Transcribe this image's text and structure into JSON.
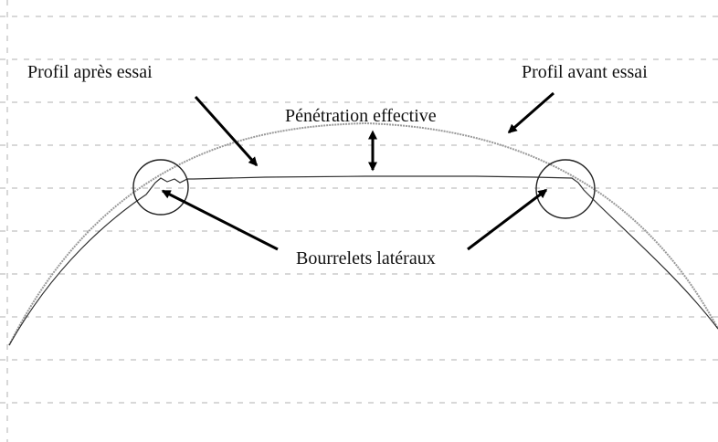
{
  "labels": {
    "profile_after": "Profil après essai",
    "profile_before": "Profil avant essai",
    "effective_penetration": "Pénétration effective",
    "side_beads": "Bourrelets latéraux"
  },
  "colors": {
    "background": "#ffffff",
    "grid": "#b0b0b0",
    "profile_before": "#9a9a9a",
    "profile_after": "#303030",
    "arrow": "#000000",
    "circle": "#222222"
  },
  "icons": {
    "penetration_marker": "double-arrow-vertical",
    "bead_highlight": "circle-outline"
  }
}
